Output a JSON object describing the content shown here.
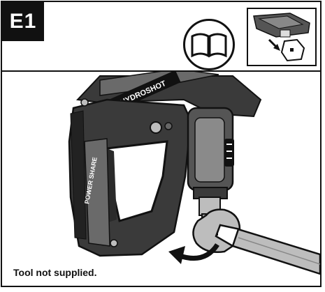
{
  "step": {
    "label": "E1"
  },
  "product": {
    "label": "HYDROSHOT",
    "badge": "POWER SHARE"
  },
  "caption": "Tool not supplied.",
  "colors": {
    "ink": "#111111",
    "body": "#3a3a3a",
    "panel": "#6a6a6a",
    "light": "#bdbdbd"
  }
}
